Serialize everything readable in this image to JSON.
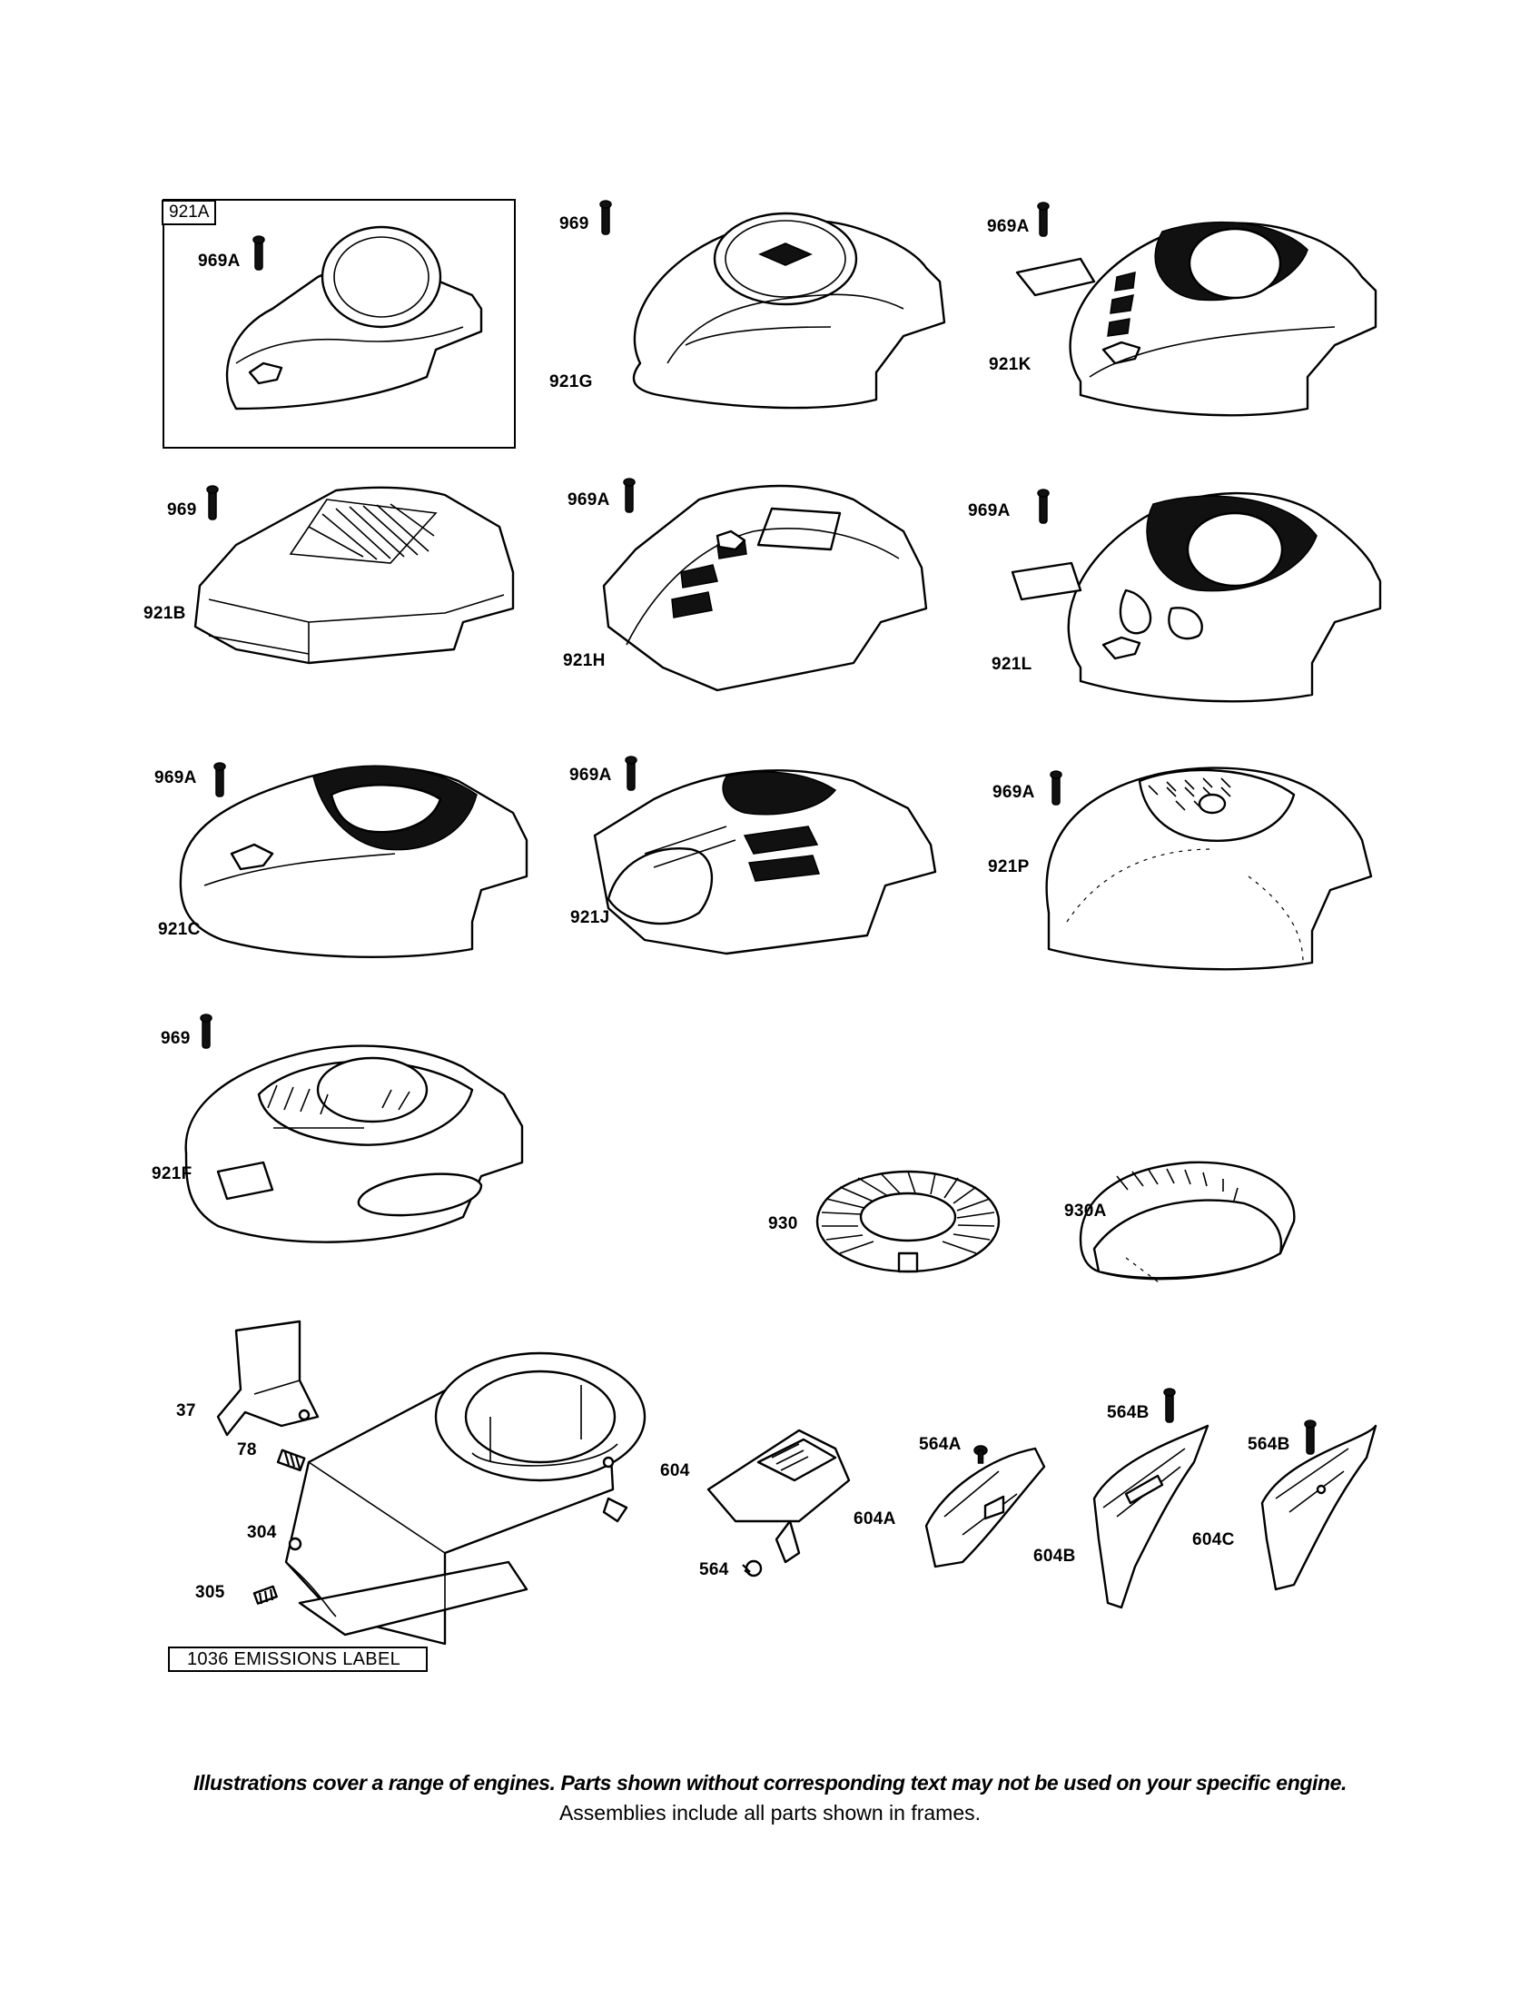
{
  "parts": {
    "frame_921A": "921A",
    "s969A_1": "969A",
    "s969_1": "969",
    "p921G": "921G",
    "s969A_2": "969A",
    "p921K": "921K",
    "s969_2": "969",
    "p921B": "921B",
    "s969A_3": "969A",
    "p921H": "921H",
    "s969A_4": "969A",
    "p921L": "921L",
    "s969A_5": "969A",
    "p921C": "921C",
    "s969A_6": "969A",
    "p921J": "921J",
    "s969A_7": "969A",
    "p921P": "921P",
    "s969_3": "969",
    "p921F": "921F",
    "p930": "930",
    "p930A": "930A",
    "p37": "37",
    "p78": "78",
    "p304": "304",
    "p305": "305",
    "p604": "604",
    "p564": "564",
    "p564A": "564A",
    "p604A": "604A",
    "p564B_1": "564B",
    "p604B": "604B",
    "p564B_2": "564B",
    "p604C": "604C",
    "emissions_label": "1036 EMISSIONS LABEL"
  },
  "footer": {
    "line1": "Illustrations cover a range of engines. Parts shown without corresponding text may not be used on your specific engine.",
    "line2": "Assemblies include all parts shown in frames."
  }
}
